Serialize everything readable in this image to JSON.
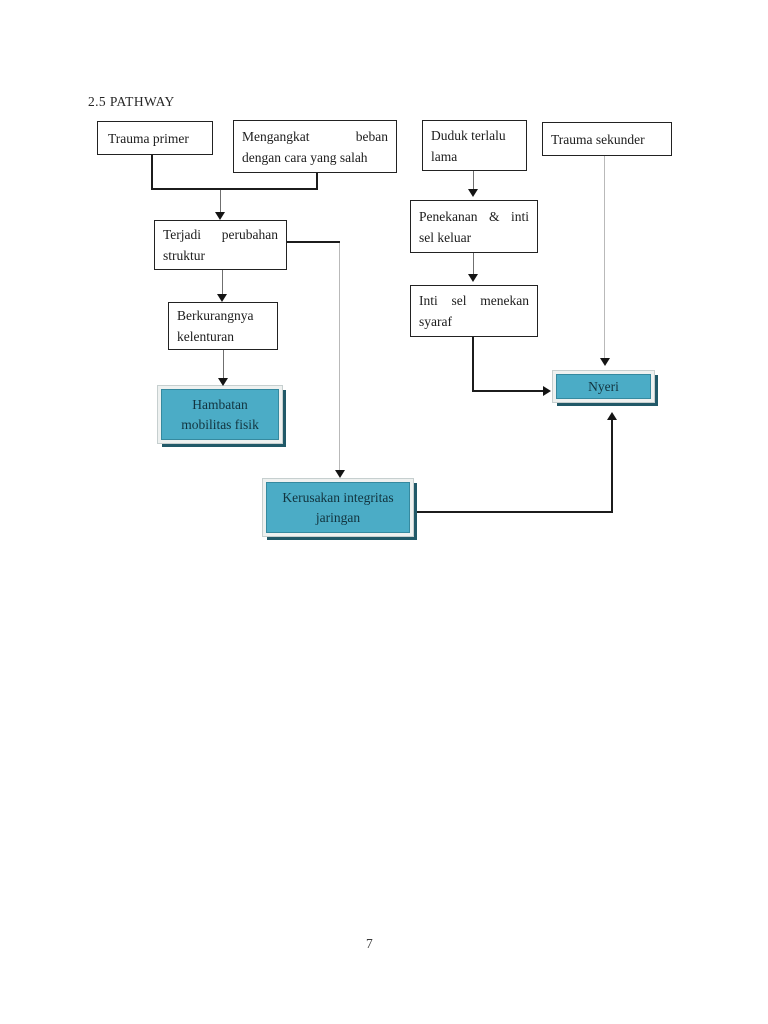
{
  "title": "2.5 PATHWAY",
  "page_number": "7",
  "colors": {
    "node_fill": "#4bacc6",
    "node_shadow": "#215968"
  },
  "nodes": {
    "trauma_primer": {
      "lines": [
        "Trauma primer"
      ]
    },
    "mengangkat_beban": {
      "lines": [
        "Mengangkat beban",
        "dengan cara yang salah"
      ]
    },
    "duduk_terlalu_lama": {
      "lines": [
        "Duduk terlalu",
        "lama"
      ]
    },
    "trauma_sekunder": {
      "lines": [
        "Trauma sekunder"
      ]
    },
    "terjadi_perubahan": {
      "lines": [
        "Terjadi perubahan",
        "struktur"
      ]
    },
    "penekanan_inti": {
      "lines": [
        "Penekanan & inti",
        "sel keluar"
      ]
    },
    "berkurangnya": {
      "lines": [
        "Berkurangnya",
        "kelenturan"
      ]
    },
    "inti_sel_menekan": {
      "lines": [
        "Inti sel menekan",
        "syaraf"
      ]
    },
    "hambatan_mobilitas": {
      "lines": [
        "Hambatan",
        "mobilitas fisik"
      ]
    },
    "nyeri": {
      "lines": [
        "Nyeri"
      ]
    },
    "kerusakan_integritas": {
      "lines": [
        "Kerusakan integritas",
        "jaringan"
      ]
    }
  }
}
